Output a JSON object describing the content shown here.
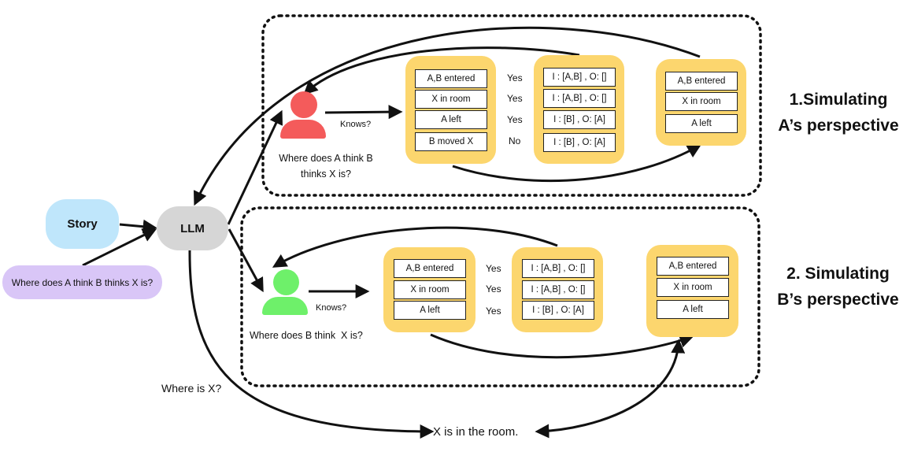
{
  "story_label": "Story",
  "llm_label": "LLM",
  "question_label": "Where does A think B thinks X is?",
  "where_is_x_label": "Where is X?",
  "answer_label": "X is in the room.",
  "panel_a": {
    "title_line1": "1.Simulating",
    "title_line2": "A’s perspective",
    "question": "Where does A think B thinks X is?",
    "knows_label": "Knows?",
    "events": [
      "A,B entered",
      "X in room",
      "A left",
      "B moved X"
    ],
    "knows": [
      "Yes",
      "Yes",
      "Yes",
      "No"
    ],
    "states": [
      "I : [A,B] , O: []",
      "I : [A,B] , O: []",
      "I : [B] , O: [A]",
      "I : [B] , O: [A]"
    ],
    "filtered_events": [
      "A,B entered",
      "X in room",
      "A left"
    ],
    "person_color": "#f45b5b"
  },
  "panel_b": {
    "title_line1": "2. Simulating",
    "title_line2": "B’s perspective",
    "question": "Where does B think  X is?",
    "knows_label": "Knows?",
    "events": [
      "A,B entered",
      "X in room",
      "A left"
    ],
    "knows": [
      "Yes",
      "Yes",
      "Yes"
    ],
    "states": [
      "I : [A,B] , O: []",
      "I : [A,B] , O: []",
      "I : [B] , O: [A]"
    ],
    "filtered_events": [
      "A,B entered",
      "X in room",
      "A left"
    ],
    "person_color": "#6ef06a"
  },
  "colors": {
    "story_bg": "#bfe6fb",
    "llm_bg": "#d6d6d6",
    "question_bg": "#d9c6f7",
    "card_bg": "#fcd66e"
  }
}
